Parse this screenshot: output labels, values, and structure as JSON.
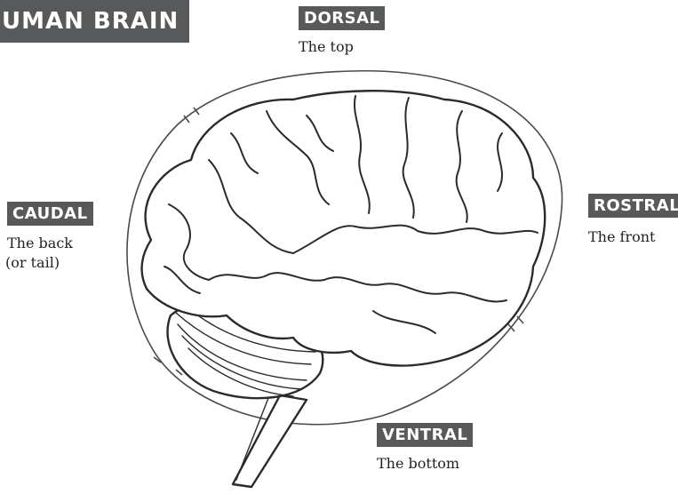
{
  "title": "UMAN BRAIN",
  "colors": {
    "label_bg": "#58595b",
    "label_text": "#ffffff",
    "line": "#3a3a3a",
    "text": "#231f20"
  },
  "labels": {
    "dorsal": {
      "label": "DORSAL",
      "desc": "The top"
    },
    "caudal": {
      "label": "CAUDAL",
      "desc_lines": [
        "The back",
        "(or tail)"
      ]
    },
    "rostral": {
      "label": "ROSTRAL",
      "desc": "The front"
    },
    "ventral": {
      "label": "VENTRAL",
      "desc": "The bottom"
    }
  },
  "illustration": {
    "icon": "brain-icon"
  }
}
